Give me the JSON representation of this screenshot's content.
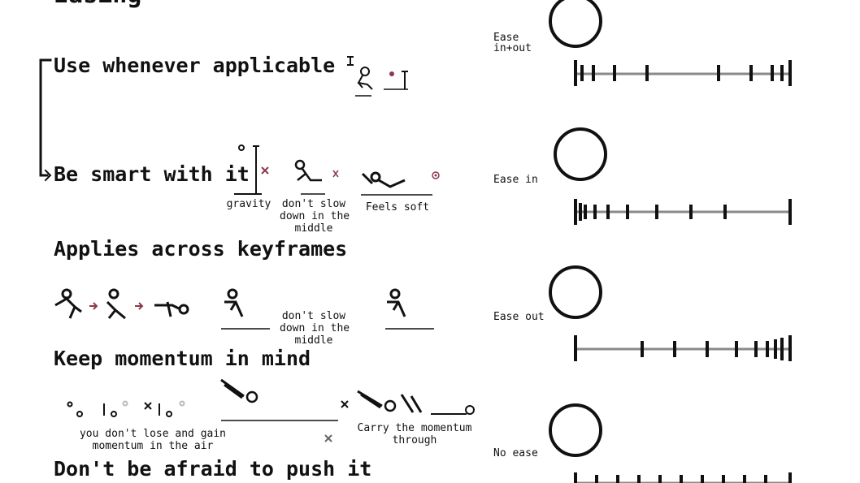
{
  "slide": {
    "title_partial": "Easing",
    "headings": {
      "applicable": "Use whenever applicable",
      "smart": "Be smart with it",
      "keyframes": "Applies across keyframes",
      "momentum": "Keep momentum in mind",
      "push": "Don't be afraid to push it"
    },
    "captions": {
      "gravity": "gravity",
      "slow1": "don't slow\ndown in the\nmiddle",
      "soft": "Feels soft",
      "slow2": "don't slow\ndown in the\nmiddle",
      "air": "you don't lose and gain\nmomentum in the air",
      "carry": "Carry the momentum\nthrough"
    },
    "easing_examples": [
      {
        "label": "Ease\nin+out"
      },
      {
        "label": "Ease in"
      },
      {
        "label": "Ease out"
      },
      {
        "label": "No ease"
      }
    ],
    "colors": {
      "ink": "#111111",
      "track": "#8a8a8a",
      "accent": "#8b3a4a"
    }
  }
}
